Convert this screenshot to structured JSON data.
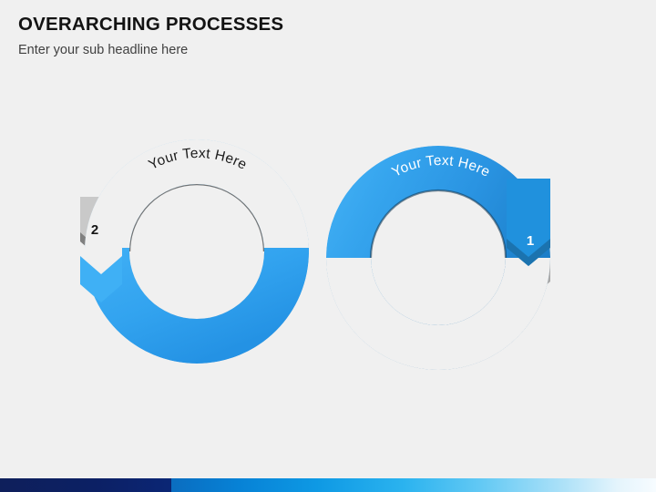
{
  "header": {
    "title": "OVERARCHING PROCESSES",
    "subtitle": "Enter your sub headline here"
  },
  "diagram": {
    "type": "infinity-loop-process",
    "segments": [
      {
        "id": "left-top",
        "label": "Your Text Here",
        "color": "#c9c9c9",
        "text_color": "#1c1c1c",
        "position": "left-loop-upper"
      },
      {
        "id": "left-bottom",
        "label": "",
        "color": "#3fb0f5",
        "text_color": "#ffffff",
        "position": "left-loop-lower"
      },
      {
        "id": "right-top",
        "label": "Your Text Here",
        "color": "#2d9ce8",
        "text_color": "#ffffff",
        "position": "right-loop-upper"
      },
      {
        "id": "right-bottom",
        "label": "",
        "color": "#a6a6a6",
        "text_color": "#1c1c1c",
        "position": "right-loop-lower"
      }
    ],
    "badges": [
      {
        "id": "badge-2",
        "number": "2",
        "text_color": "#141414",
        "fill": "#c9c9c9",
        "position": "left"
      },
      {
        "id": "badge-1",
        "number": "1",
        "text_color": "#ffffff",
        "fill": "#1f86cd",
        "position": "right"
      }
    ]
  },
  "colors": {
    "background": "#f0f0f0",
    "accent_blue": "#2d9ce8",
    "light_blue": "#3fb0f5",
    "gray_light": "#c9c9c9",
    "gray_mid": "#a6a6a6",
    "navy": "#0e1f5b",
    "title_color": "#131313",
    "subtitle_color": "#404040"
  },
  "footer": {
    "bar_navy_color": "#0e1f5b",
    "bar_blue_color": "#0e99e4"
  }
}
